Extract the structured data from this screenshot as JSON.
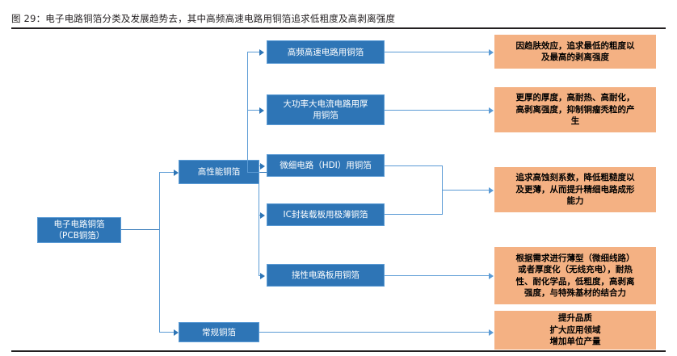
{
  "figure": {
    "title": "图 29：电子电路铜箔分类及发展趋势去，其中高频高速电路用铜箔追求低粗度及高剥离强度",
    "colors": {
      "node_fill": "#2e75b6",
      "node_border": "#5b9bd5",
      "panel_fill": "#f4b183",
      "connector": "#5b9bd5",
      "text_on_node": "#ffffff",
      "text_on_panel": "#000000",
      "rule": "#231f20"
    }
  },
  "diagram": {
    "type": "tree",
    "root": {
      "line1": "电子电路铜箔",
      "line2": "（PCB铜箔）"
    },
    "branches": [
      {
        "label": "高性能铜箔"
      },
      {
        "label": "常规铜箔"
      }
    ],
    "leaves": [
      {
        "label": "高频高速电路用铜箔"
      },
      {
        "line1": "大功率大电流电路用厚",
        "line2": "用铜箔"
      },
      {
        "label": "微细电路（HDI）用铜箔"
      },
      {
        "label": "IC封装载板用极薄铜箔"
      },
      {
        "label": "挠性电路板用铜箔"
      }
    ],
    "requirements": [
      {
        "line1": "因趋肤效应，追求最低的粗度以",
        "line2": "及最高的剥离强度"
      },
      {
        "line1": "更厚的厚度，高耐热、高耐化，",
        "line2": "高剥离强度，抑制铜瘤秃粒的产",
        "line3": "生"
      },
      {
        "line1": "追求高蚀刻系数，降低粗糙度以",
        "line2": "及更薄，从而提升精细电路成形",
        "line3": "能力"
      },
      {
        "line1": "根据需求进行薄型（微细线路）",
        "line2": "或者厚度化（无线充电），耐热",
        "line3": "性、耐化学品，低粗度，高剥离",
        "line4": "强度，与特殊基材的结合力"
      },
      {
        "line1": "提升品质",
        "line2": "扩大应用领域",
        "line3": "增加单位产量"
      }
    ]
  }
}
